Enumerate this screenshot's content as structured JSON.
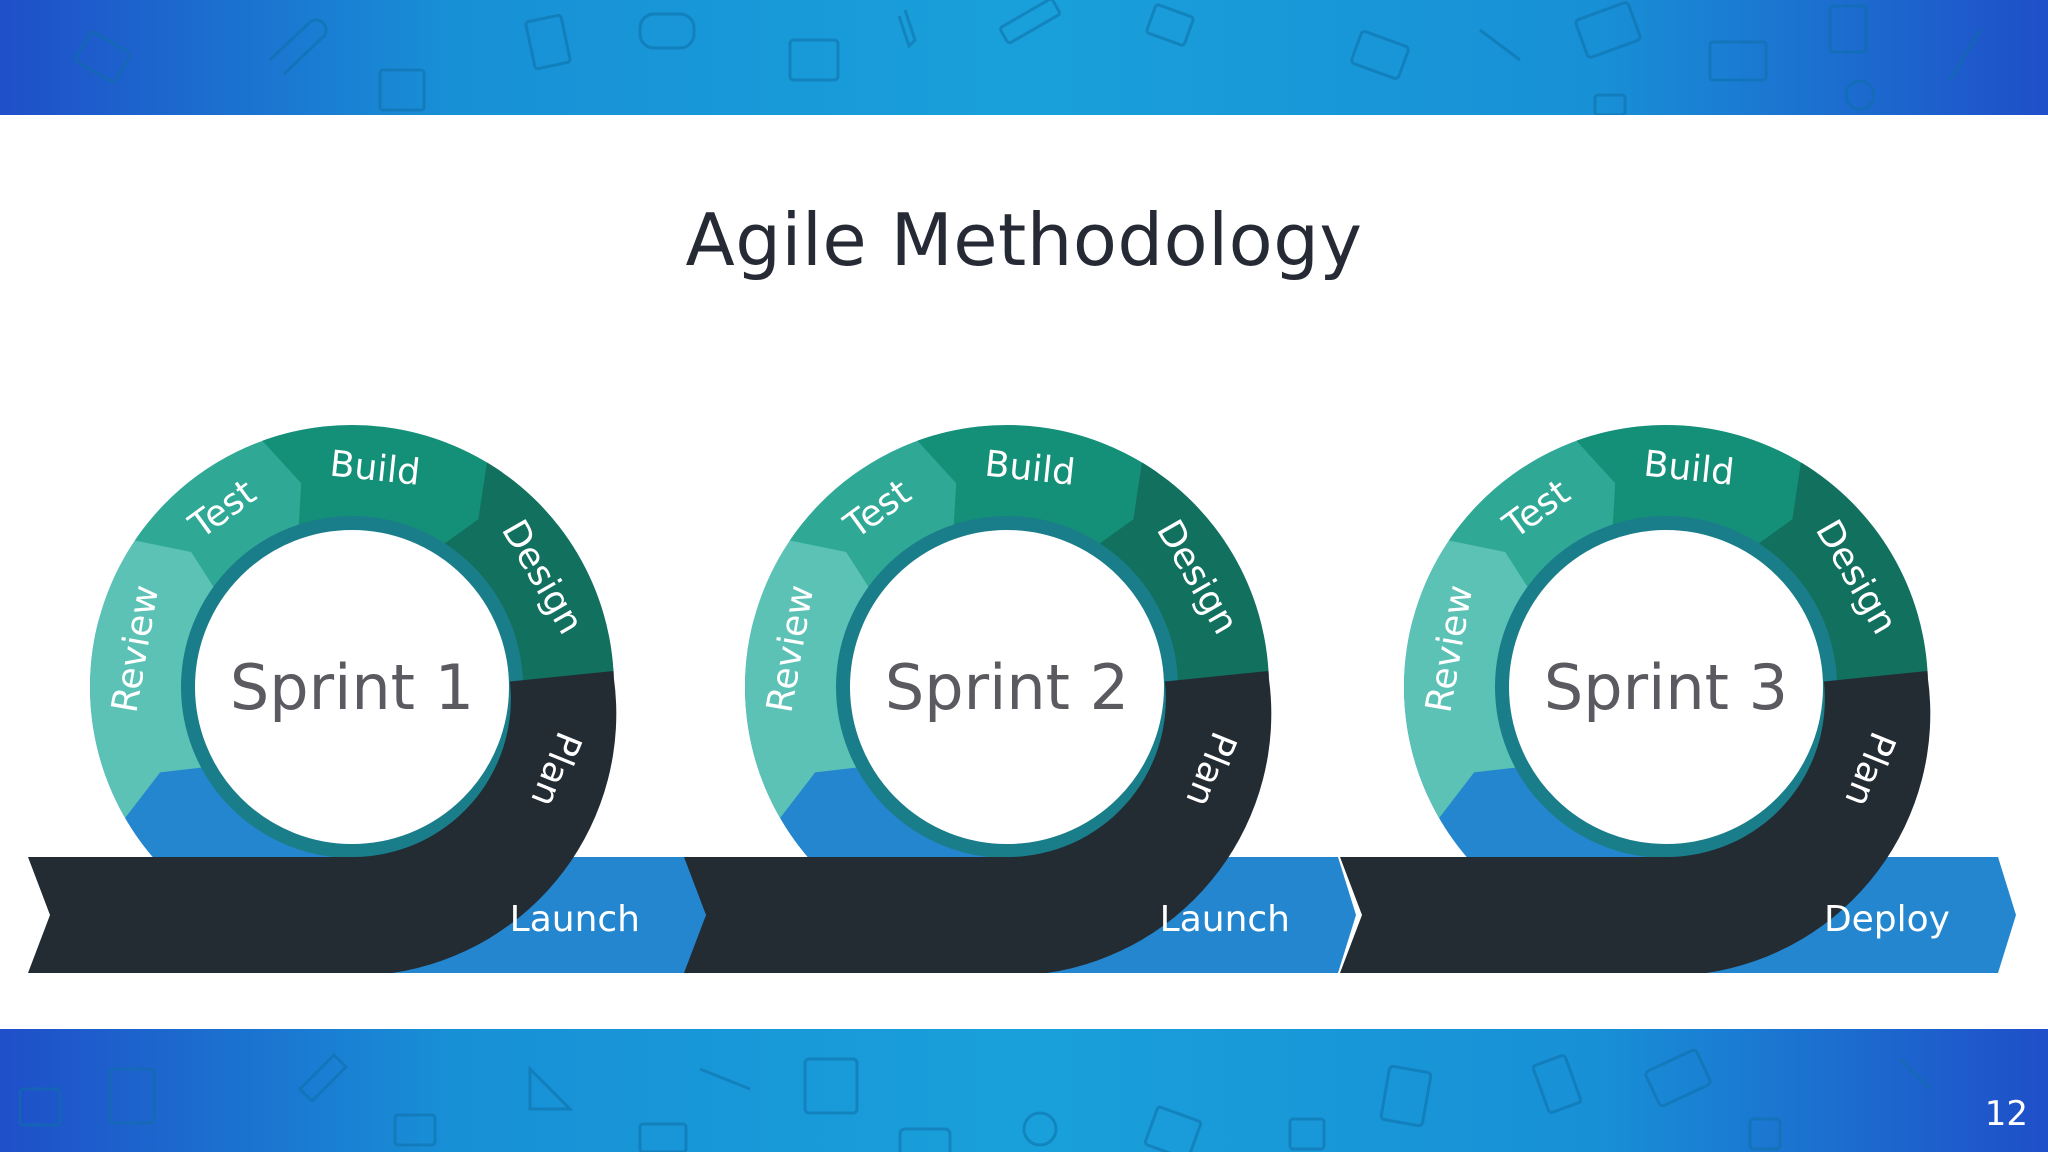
{
  "slide": {
    "title": "Agile Methodology",
    "page_number": "12"
  },
  "sprints": [
    {
      "name": "Sprint 1",
      "phases": [
        "Plan",
        "Design",
        "Build",
        "Test",
        "Review"
      ],
      "launch_label": "Launch"
    },
    {
      "name": "Sprint 2",
      "phases": [
        "Plan",
        "Design",
        "Build",
        "Test",
        "Review"
      ],
      "launch_label": "Launch"
    },
    {
      "name": "Sprint 3",
      "phases": [
        "Plan",
        "Design",
        "Build",
        "Test",
        "Review"
      ],
      "launch_label": "Deploy"
    }
  ],
  "colors": {
    "band": "#1a9bd8",
    "plan": "#232b33",
    "design": "#12705f",
    "build": "#148f78",
    "test": "#2fa996",
    "review": "#5cc2b5",
    "blue": "#2486ce",
    "rim": "#1a7e8a"
  }
}
